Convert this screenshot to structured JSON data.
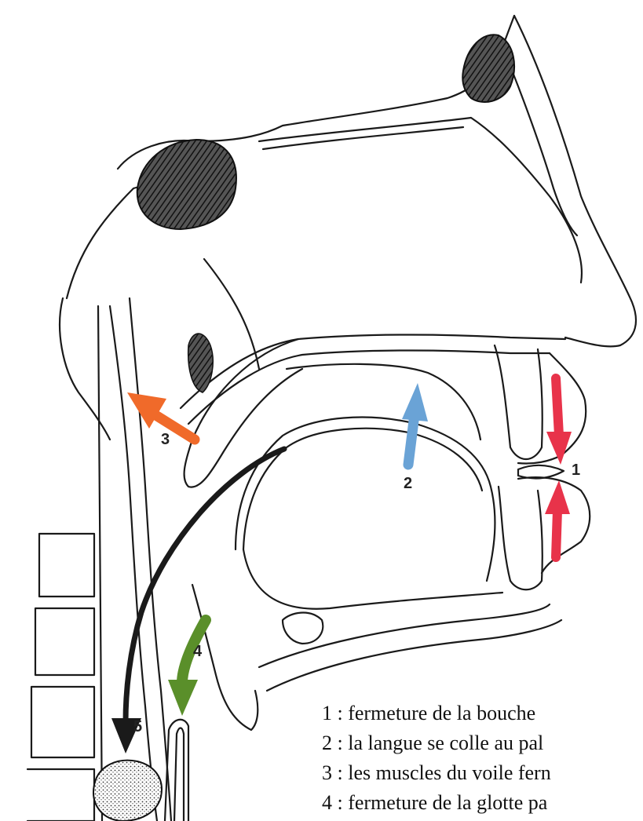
{
  "colors": {
    "line": "#1a1a1a",
    "red_arrow": "#e8334a",
    "blue_arrow": "#6aa3d6",
    "orange_arrow": "#f06a2a",
    "green_arrow": "#5a8f2a",
    "black_arrow": "#1a1a1a",
    "bone_fill": "#ffffff"
  },
  "markers": [
    {
      "id": "m1",
      "label": "1",
      "color": "#e8334a"
    },
    {
      "id": "m2",
      "label": "2",
      "color": "#6aa3d6"
    },
    {
      "id": "m3",
      "label": "3",
      "color": "#f06a2a"
    },
    {
      "id": "m4",
      "label": "4",
      "color": "#5a8f2a"
    },
    {
      "id": "m5",
      "label": "5",
      "color": "#1a1a1a"
    }
  ],
  "legend": [
    {
      "text": "1 : fermeture de la bouche"
    },
    {
      "text": "2 : la langue se colle au pal"
    },
    {
      "text": "3 : les muscles du voile fern"
    },
    {
      "text": "4 : fermeture de la glotte pa"
    }
  ]
}
